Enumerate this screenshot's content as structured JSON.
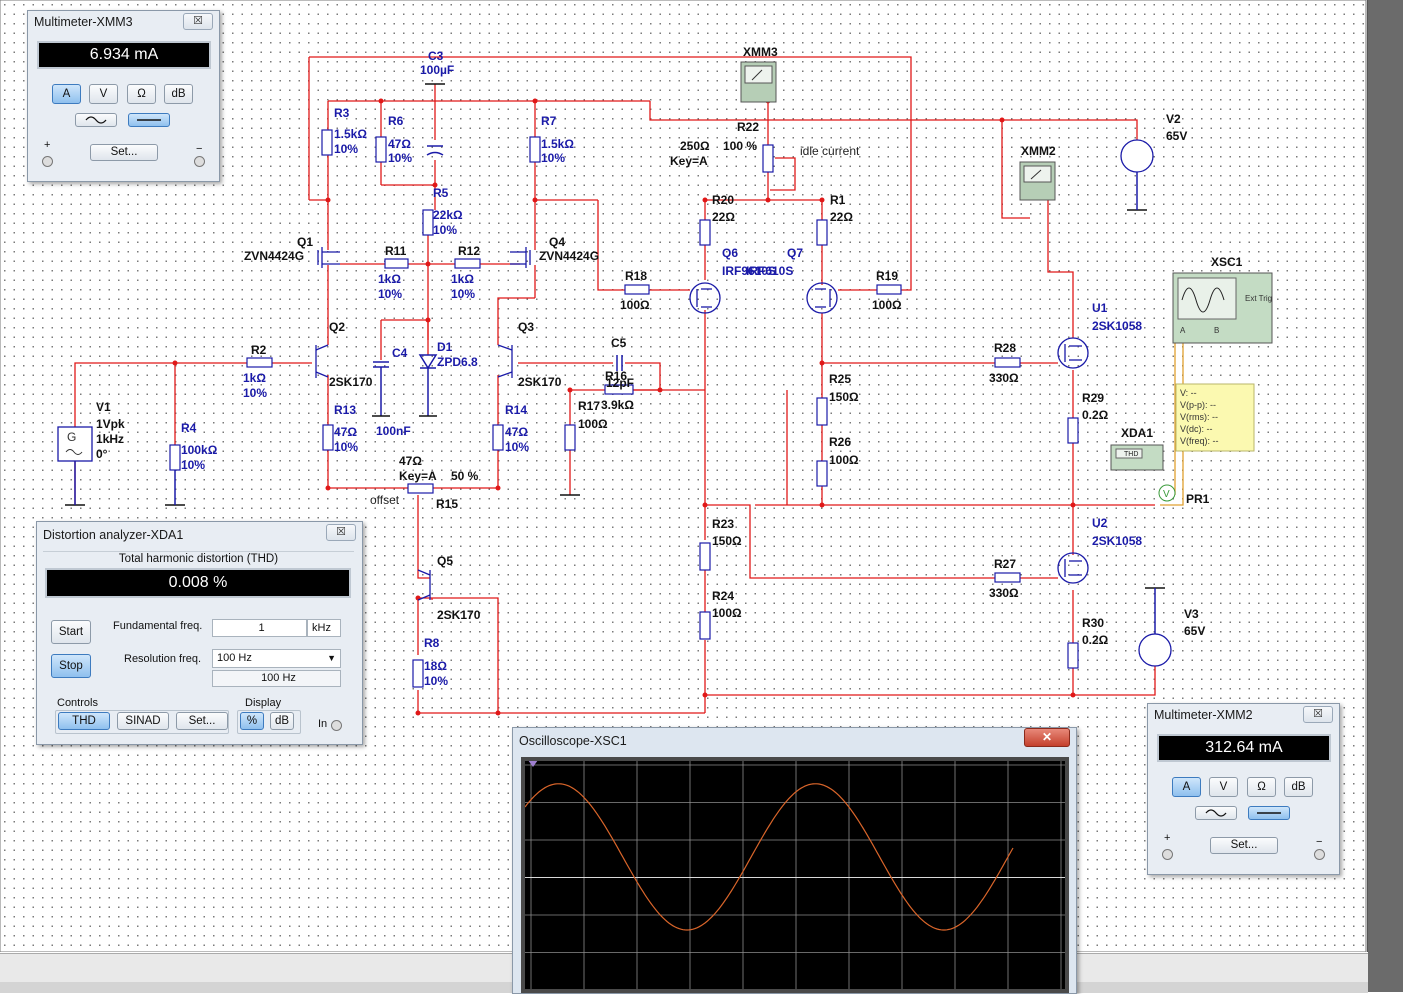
{
  "components": {
    "c3": {
      "ref": "C3",
      "value": "100µF"
    },
    "xmm3": {
      "ref": "XMM3"
    },
    "r3": {
      "ref": "R3",
      "value": "1.5kΩ",
      "tol": "10%"
    },
    "r6": {
      "ref": "R6",
      "value": "47Ω",
      "tol": "10%"
    },
    "r7": {
      "ref": "R7",
      "value": "1.5kΩ",
      "tol": "10%"
    },
    "r22": {
      "ref": "R22",
      "value": "250Ω",
      "key": "Key=A",
      "pct": "100 %",
      "note": "idle current"
    },
    "v2": {
      "ref": "V2",
      "value": "65V"
    },
    "xmm2": {
      "ref": "XMM2"
    },
    "r5": {
      "ref": "R5",
      "value": "22kΩ",
      "tol": "10%"
    },
    "r20": {
      "ref": "R20",
      "value": "22Ω"
    },
    "r1": {
      "ref": "R1",
      "value": "22Ω"
    },
    "q1": {
      "ref": "Q1",
      "model": "ZVN4424G"
    },
    "r11": {
      "ref": "R11",
      "value": "1kΩ",
      "tol": "10%"
    },
    "r12": {
      "ref": "R12",
      "value": "1kΩ",
      "tol": "10%"
    },
    "q4": {
      "ref": "Q4",
      "model": "ZVN4424G"
    },
    "q6": {
      "ref": "Q6",
      "model": "IRF9610S"
    },
    "q7": {
      "ref": "Q7",
      "model": "IRF610S"
    },
    "r18": {
      "ref": "R18",
      "value": "100Ω"
    },
    "r19": {
      "ref": "R19",
      "value": "100Ω"
    },
    "xsc1": {
      "ref": "XSC1",
      "ext_trig": "Ext Trig",
      "ch_a": "A",
      "ch_b": "B"
    },
    "u1": {
      "ref": "U1",
      "model": "2SK1058"
    },
    "q2": {
      "ref": "Q2",
      "model": "2SK170"
    },
    "q3": {
      "ref": "Q3",
      "model": "2SK170"
    },
    "c5": {
      "ref": "C5",
      "value": "12pF"
    },
    "c4": {
      "ref": "C4",
      "value": "100nF"
    },
    "d1": {
      "ref": "D1",
      "model": "ZPD6.8"
    },
    "r2": {
      "ref": "R2",
      "value": "1kΩ",
      "tol": "10%"
    },
    "r28": {
      "ref": "R28",
      "value": "330Ω"
    },
    "r29": {
      "ref": "R29",
      "value": "0.2Ω"
    },
    "r16": {
      "ref": "R16",
      "value": "3.9kΩ"
    },
    "r17": {
      "ref": "R17",
      "value": "100Ω"
    },
    "r25": {
      "ref": "R25",
      "value": "150Ω"
    },
    "r26": {
      "ref": "R26",
      "value": "100Ω"
    },
    "v1": {
      "ref": "V1",
      "amp": "1Vpk",
      "freq": "1kHz",
      "phase": "0°"
    },
    "r4": {
      "ref": "R4",
      "value": "100kΩ",
      "tol": "10%"
    },
    "r13": {
      "ref": "R13",
      "value": "47Ω",
      "tol": "10%"
    },
    "r14": {
      "ref": "R14",
      "value": "47Ω",
      "tol": "10%"
    },
    "r15": {
      "ref": "R15",
      "value": "47Ω",
      "key": "Key=A",
      "pct": "50 %",
      "note": "offset"
    },
    "xda1": {
      "ref": "XDA1",
      "icon_label": "THD"
    },
    "pr1": {
      "ref": "PR1",
      "probe": "V"
    },
    "u2": {
      "ref": "U2",
      "model": "2SK1058"
    },
    "r23": {
      "ref": "R23",
      "value": "150Ω"
    },
    "r24": {
      "ref": "R24",
      "value": "100Ω"
    },
    "r27": {
      "ref": "R27",
      "value": "330Ω"
    },
    "r30": {
      "ref": "R30",
      "value": "0.2Ω"
    },
    "v3": {
      "ref": "V3",
      "value": "65V"
    },
    "q5": {
      "ref": "Q5",
      "model": "2SK170"
    },
    "r8": {
      "ref": "R8",
      "value": "18Ω",
      "tol": "10%"
    }
  },
  "probe_box": [
    "V: --",
    "V(p-p): --",
    "V(rms): --",
    "V(dc): --",
    "V(freq): --"
  ],
  "multimeter_xmm3": {
    "title": "Multimeter-XMM3",
    "reading": "6.934 mA",
    "close": "☒",
    "modes": [
      "A",
      "V",
      "Ω",
      "dB"
    ],
    "active_mode": "A",
    "active_coupling": "DC",
    "set_label": "Set...",
    "plus": "+",
    "minus": "−"
  },
  "multimeter_xmm2": {
    "title": "Multimeter-XMM2",
    "reading": "312.64 mA",
    "close": "☒",
    "modes": [
      "A",
      "V",
      "Ω",
      "dB"
    ],
    "active_mode": "A",
    "active_coupling": "DC",
    "set_label": "Set...",
    "plus": "+",
    "minus": "−"
  },
  "distortion_analyzer": {
    "title": "Distortion analyzer-XDA1",
    "close": "☒",
    "thd_caption": "Total harmonic distortion (THD)",
    "thd_value": "0.008 %",
    "start": "Start",
    "stop": "Stop",
    "fund_label": "Fundamental freq.",
    "fund_value": "1",
    "fund_unit": "kHz",
    "res_label": "Resolution freq.",
    "res_value": "100 Hz",
    "res_readout": "100 Hz",
    "controls_label": "Controls",
    "thd_btn": "THD",
    "sinad_btn": "SINAD",
    "set_btn": "Set...",
    "display_label": "Display",
    "pct_btn": "%",
    "db_btn": "dB",
    "in_label": "In"
  },
  "oscilloscope": {
    "title": "Oscilloscope-XSC1",
    "close": "✕",
    "trace_color": "#d9652a",
    "trace": {
      "type": "sine",
      "cycles_visible": 1.9,
      "amplitude_div": 1.95,
      "offset_div": 0.55,
      "start_phase_deg": 43
    }
  },
  "colors": {
    "wire": "#e01818",
    "component": "#1a1aa8",
    "probe_wire": "#e0a030"
  }
}
